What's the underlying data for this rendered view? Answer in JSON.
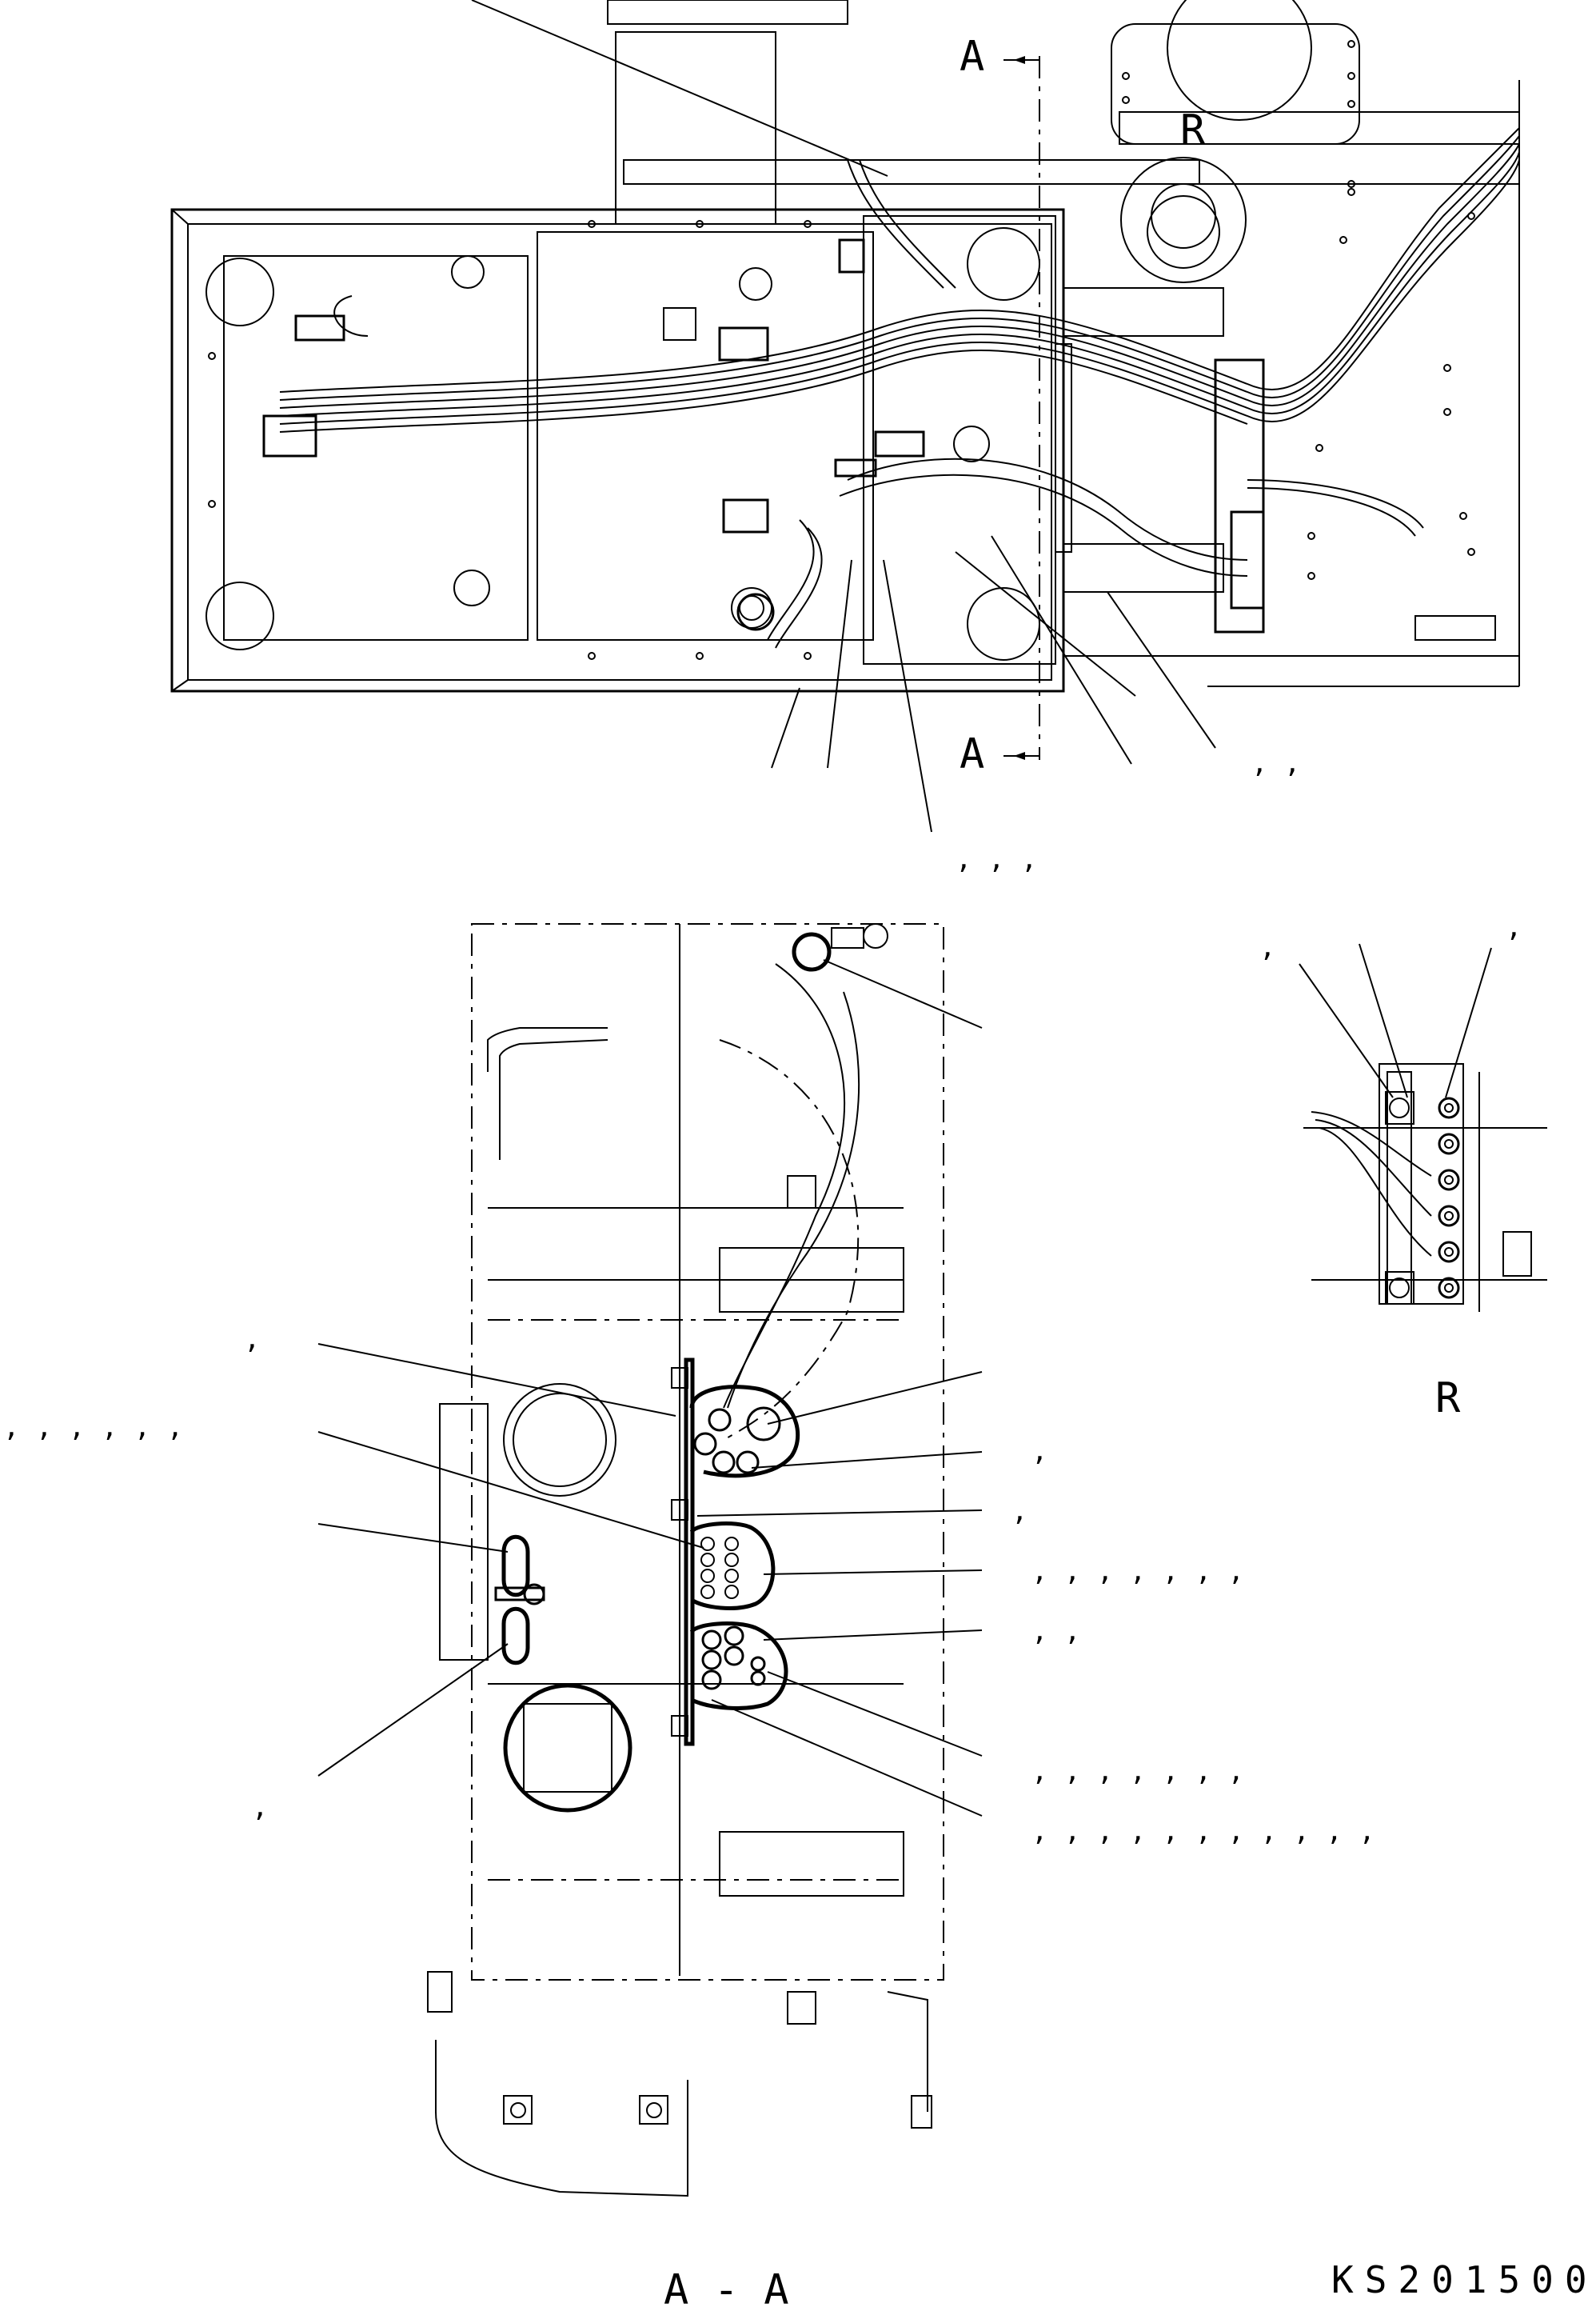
{
  "drawing": {
    "section_marker_top": "A",
    "section_marker_bottom": "A",
    "detail_marker": "R",
    "detail_caption": "R",
    "section_caption": "A - A",
    "drawing_number": "KS201500"
  },
  "callout_rows": {
    "top_right_a": ",   ,",
    "top_center": ",   ,   ,",
    "detail_left": ",",
    "detail_right": ",",
    "left_1": ",",
    "left_2": ",  ,  ,  ,  ,  ,",
    "left_3": ",",
    "right_1": ",",
    "right_2": ",",
    "right_3": ",   ,   ,   ,   ,   ,   ,",
    "right_4": ",   ,",
    "right_5": ",   ,   ,   ,   ,   ,   ,",
    "right_6": ",   ,   ,   ,   ,   ,   ,   ,   ,   ,   ,"
  }
}
